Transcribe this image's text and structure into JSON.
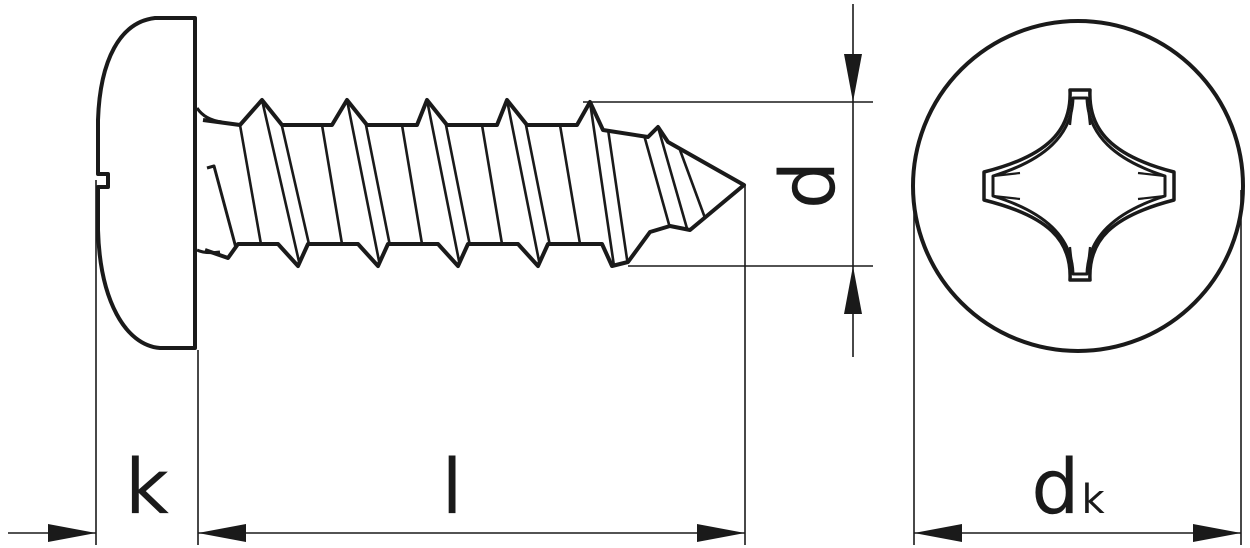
{
  "labels": {
    "head_height": "k",
    "length": "l",
    "thread_diameter": "d",
    "head_diameter_main": "d",
    "head_diameter_sub": "k"
  },
  "colors": {
    "line": "#1a1a1a",
    "background": "#ffffff"
  }
}
